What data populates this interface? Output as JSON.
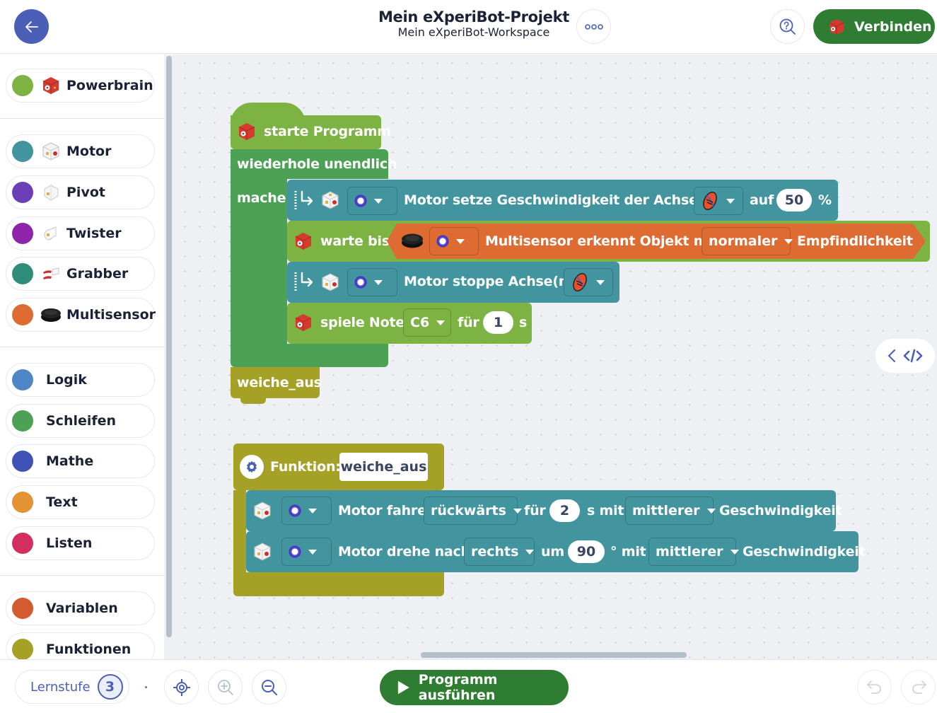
{
  "header": {
    "title": "Mein eXperiBot-Projekt",
    "subtitle": "Mein eXperiBot-Workspace",
    "back_icon": "arrow-left-icon",
    "more_icon": "more-dots-icon",
    "help_icon": "help-search-icon",
    "connect_label": "Verbinden",
    "accent_color": "#2e7d32",
    "primary_color": "#4a5fb5"
  },
  "sidebar": {
    "groups": [
      [
        {
          "label": "Powerbrain",
          "color": "#7cb342",
          "icon": "powerbrain-cube-icon"
        }
      ],
      [
        {
          "label": "Motor",
          "color": "#42959e",
          "icon": "motor-cube-icon"
        },
        {
          "label": "Pivot",
          "color": "#6a3fb5",
          "icon": "pivot-module-icon"
        },
        {
          "label": "Twister",
          "color": "#8e24aa",
          "icon": "twister-module-icon"
        },
        {
          "label": "Grabber",
          "color": "#2f8c7b",
          "icon": "grabber-module-icon"
        },
        {
          "label": "Multisensor",
          "color": "#dd6b32",
          "icon": "multisensor-puck-icon"
        }
      ],
      [
        {
          "label": "Logik",
          "color": "#4f86c6"
        },
        {
          "label": "Schleifen",
          "color": "#4ca154"
        },
        {
          "label": "Mathe",
          "color": "#3f51b5"
        },
        {
          "label": "Text",
          "color": "#e39234"
        },
        {
          "label": "Listen",
          "color": "#d32f5e"
        }
      ],
      [
        {
          "label": "Variablen",
          "color": "#d45a2f"
        },
        {
          "label": "Funktionen",
          "color": "#a5a026"
        }
      ]
    ]
  },
  "workspace": {
    "program": {
      "hat": "starte Programm",
      "loop": "wiederhole unendlich",
      "do": "mache",
      "set_speed": {
        "text": "Motor setze Geschwindigkeit der Achse(n)",
        "auf": "auf",
        "value": "50",
        "unit": "%"
      },
      "wait": {
        "text": "warte bis",
        "condition": "Multisensor erkennt Objekt mit",
        "sensitivity": "normaler",
        "suffix": "Empfindlichkeit"
      },
      "stop": {
        "text": "Motor stoppe Achse(n)"
      },
      "note": {
        "text": "spiele Note",
        "note": "C6",
        "for": "für",
        "value": "1",
        "unit": "s"
      },
      "call": "weiche_aus"
    },
    "function": {
      "label": "Funktion:",
      "name": "weiche_aus",
      "drive": {
        "text": "Motor fahre",
        "direction": "rückwärts",
        "for": "für",
        "value": "2",
        "unit_mit": "s mit",
        "speed": "mittlerer",
        "suffix": "Geschwindigkeit"
      },
      "turn": {
        "text": "Motor drehe nach",
        "direction": "rechts",
        "um": "um",
        "value": "90",
        "unit_mit": "° mit",
        "speed": "mittlerer",
        "suffix": "Geschwindigkeit"
      }
    },
    "code_toggle_icon": "code-view-icon"
  },
  "footer": {
    "lernstufe_label": "Lernstufe",
    "lernstufe_value": "3",
    "run_label": "Programm ausführen",
    "center_icon": "recenter-icon",
    "zoom_in_icon": "zoom-in-icon",
    "zoom_out_icon": "zoom-out-icon",
    "undo_icon": "undo-icon",
    "redo_icon": "redo-icon"
  }
}
